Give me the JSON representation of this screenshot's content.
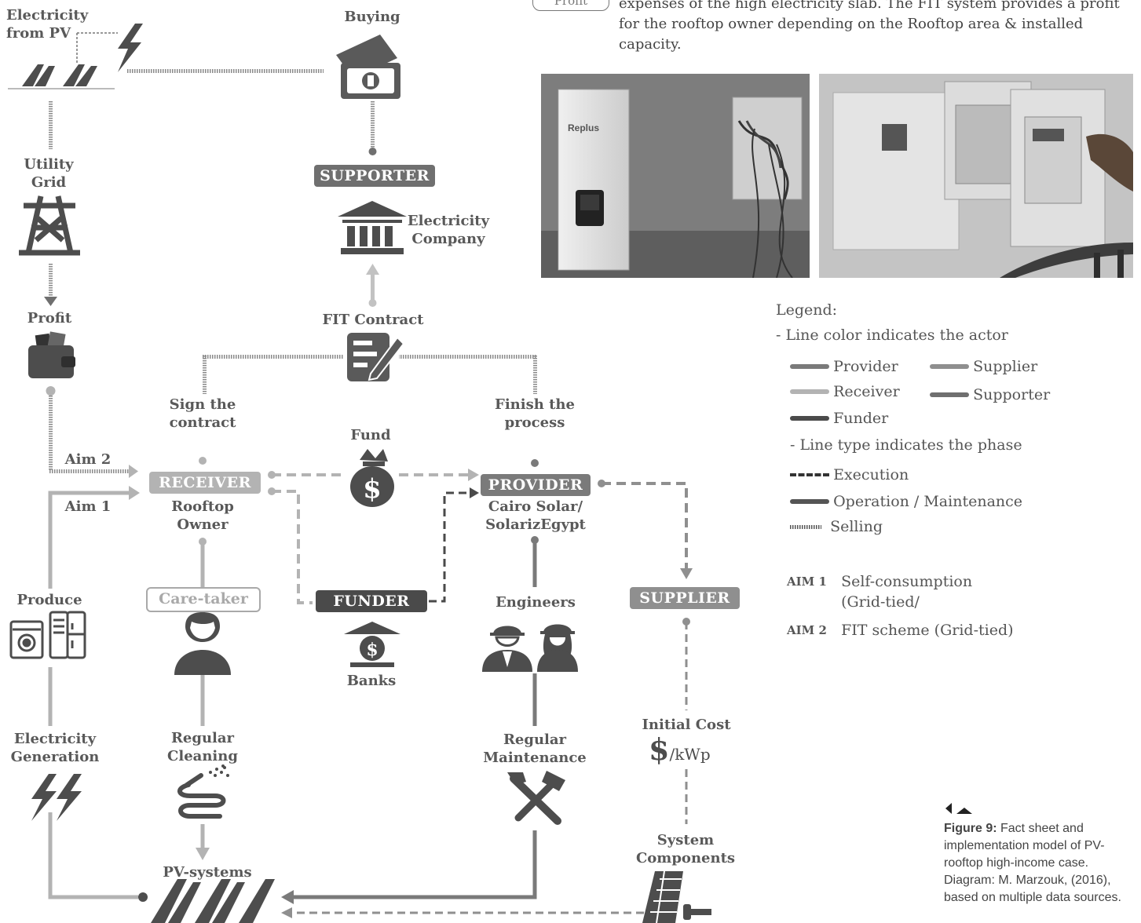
{
  "top_text": {
    "profit_tag": "Profit",
    "lines": [
      "expenses of the high electricity slab. The FIT system provides a profit",
      "for the rooftop owner depending on the Rooftop area & installed",
      "capacity."
    ]
  },
  "photos": {
    "inverter_brand": "Replus"
  },
  "nodes": {
    "electricity_from_pv": "Electricity\nfrom PV",
    "buying": "Buying",
    "utility_grid": "Utility\nGrid",
    "supporter": "SUPPORTER",
    "electricity_company": "Electricity\nCompany",
    "profit": "Profit",
    "fit_contract": "FIT Contract",
    "sign_contract": "Sign the\ncontract",
    "finish_process": "Finish the\nprocess",
    "fund": "Fund",
    "aim2": "Aim 2",
    "aim1": "Aim 1",
    "receiver": "RECEIVER",
    "rooftop_owner": "Rooftop\nOwner",
    "provider": "PROVIDER",
    "cairo_solar": "Cairo Solar/\nSolarizEgypt",
    "produce": "Produce",
    "care_taker": "Care-taker",
    "funder": "FUNDER",
    "banks": "Banks",
    "engineers": "Engineers",
    "supplier": "SUPPLIER",
    "electricity_generation": "Electricity\nGeneration",
    "regular_cleaning": "Regular\nCleaning",
    "regular_maintenance": "Regular\nMaintenance",
    "initial_cost": "Initial Cost",
    "initial_cost_unit": "/kWp",
    "initial_cost_symbol": "$",
    "fund_symbol": "$",
    "bank_symbol": "$",
    "system_components": "System\nComponents",
    "pv_systems": "PV-systems"
  },
  "legend": {
    "title": "Legend:",
    "color_heading": "- Line color indicates the actor",
    "actors": [
      {
        "label": "Provider",
        "color": "#7a7a7a"
      },
      {
        "label": "Supplier",
        "color": "#8f8f8f"
      },
      {
        "label": "Receiver",
        "color": "#b3b3b3"
      },
      {
        "label": "Supporter",
        "color": "#6f6f6f"
      },
      {
        "label": "Funder",
        "color": "#4a4a4a"
      }
    ],
    "type_heading": "- Line type indicates the phase",
    "phases": [
      {
        "label": "Execution",
        "style": "dashed"
      },
      {
        "label": "Operation / Maintenance",
        "style": "solid"
      },
      {
        "label": "Selling",
        "style": "hatched"
      }
    ],
    "aims": [
      {
        "code": "AIM 1",
        "text": "Self-consumption\n(Grid-tied/"
      },
      {
        "code": "AIM 2",
        "text": "FIT scheme (Grid-tied)"
      }
    ]
  },
  "caption": {
    "figure": "Figure 9:",
    "text": " Fact sheet and implementation model of PV-rooftop high-income case. Diagram: M. Marzouk, (2016), based on multiple data sources."
  },
  "colors": {
    "provider": "#7a7a7a",
    "supplier": "#8f8f8f",
    "receiver": "#b3b3b3",
    "supporter": "#6f6f6f",
    "funder": "#4a4a4a",
    "icon": "#4d4d4d"
  }
}
